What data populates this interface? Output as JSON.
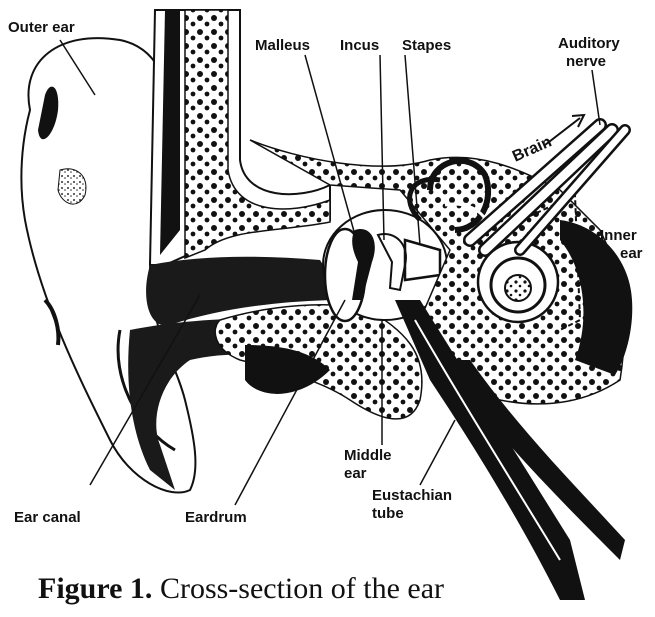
{
  "figure": {
    "number": "Figure 1.",
    "caption": "Cross-section of the ear"
  },
  "labels": {
    "outer_ear": "Outer ear",
    "malleus": "Malleus",
    "incus": "Incus",
    "stapes": "Stapes",
    "auditory_nerve_1": "Auditory",
    "auditory_nerve_2": "nerve",
    "brain": "Brain",
    "inner_ear_1": "Inner",
    "inner_ear_2": "ear",
    "middle_ear_1": "Middle",
    "middle_ear_2": "ear",
    "eustachian_tube_1": "Eustachian",
    "eustachian_tube_2": "tube",
    "ear_canal": "Ear canal",
    "eardrum": "Eardrum"
  }
}
